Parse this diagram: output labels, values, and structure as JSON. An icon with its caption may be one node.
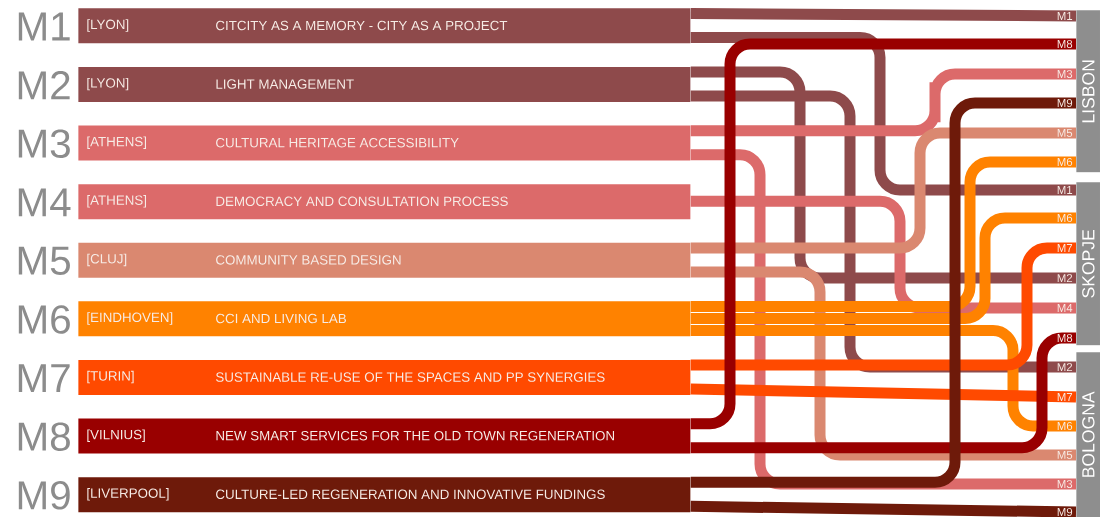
{
  "diagram": {
    "nodes": [
      {
        "text": [
          "M1",
          "[LYON]",
          "CITCITY AS A MEMORY -  CITY AS A PROJECT"
        ]
      },
      {
        "text": [
          "M2",
          "[LYON]",
          "LIGHT MANAGEMENT"
        ]
      },
      {
        "text": [
          "M3",
          "[ATHENS]",
          "CULTURAL HERITAGE ACCESSIBILITY"
        ]
      },
      {
        "text": [
          "M4",
          "[ATHENS]",
          "DEMOCRACY AND CONSULTATION PROCESS"
        ]
      },
      {
        "text": [
          "M5",
          "[CLUJ]",
          "COMMUNITY BASED DESIGN"
        ]
      },
      {
        "text": [
          "M6",
          "[EINDHOVEN]",
          "CCI AND LIVING LAB"
        ]
      },
      {
        "text": [
          "M7",
          "[TURIN]",
          "SUSTAINABLE RE-USE OF THE SPACES AND PP SYNERGIES"
        ]
      },
      {
        "text": [
          "M8",
          "[VILNIUS]",
          "NEW SMART SERVICES FOR THE OLD TOWN REGENERATION"
        ]
      },
      {
        "text": [
          "M9",
          "[LIVERPOOL]",
          "CULTURE-LED REGENERATION AND INNOVATIVE FUNDINGS"
        ]
      },
      {
        "text": [
          "LISBON"
        ]
      },
      {
        "text": [
          "SKOPJE"
        ]
      },
      {
        "text": [
          "BOLOGNA"
        ]
      }
    ],
    "edges": [
      {
        "from": 0,
        "to": 9,
        "arrow": "none",
        "label": "M1",
        "color": "#8e4a4b"
      },
      {
        "from": 0,
        "to": 10,
        "arrow": "none",
        "label": "M1",
        "color": "#8e4a4b"
      },
      {
        "from": 1,
        "to": 10,
        "arrow": "none",
        "label": "M2",
        "color": "#8e4a4b"
      },
      {
        "from": 1,
        "to": 11,
        "arrow": "none",
        "label": "M2",
        "color": "#8e4a4b"
      },
      {
        "from": 2,
        "to": 9,
        "arrow": "none",
        "label": "M3",
        "color": "#dc6a6a"
      },
      {
        "from": 2,
        "to": 11,
        "arrow": "none",
        "label": "M3",
        "color": "#dc6a6a"
      },
      {
        "from": 3,
        "to": 10,
        "arrow": "none",
        "label": "M4",
        "color": "#dc6a6a"
      },
      {
        "from": 4,
        "to": 9,
        "arrow": "none",
        "label": "M5",
        "color": "#da8870"
      },
      {
        "from": 4,
        "to": 11,
        "arrow": "none",
        "label": "M5",
        "color": "#da8870"
      },
      {
        "from": 5,
        "to": 9,
        "arrow": "none",
        "label": "M6",
        "color": "#ff8200"
      },
      {
        "from": 5,
        "to": 10,
        "arrow": "none",
        "label": "M6",
        "color": "#ff8200"
      },
      {
        "from": 5,
        "to": 11,
        "arrow": "none",
        "label": "M6",
        "color": "#ff8200"
      },
      {
        "from": 6,
        "to": 10,
        "arrow": "none",
        "label": "M7",
        "color": "#ff4a00"
      },
      {
        "from": 6,
        "to": 11,
        "arrow": "none",
        "label": "M7",
        "color": "#ff4a00"
      },
      {
        "from": 7,
        "to": 9,
        "arrow": "none",
        "label": "M8",
        "color": "#990000"
      },
      {
        "from": 7,
        "to": 10,
        "arrow": "none",
        "label": "M8",
        "color": "#990000"
      },
      {
        "from": 8,
        "to": 9,
        "arrow": "none",
        "label": "M9",
        "color": "#6e1a0a"
      },
      {
        "from": 8,
        "to": 11,
        "arrow": "none",
        "label": "M9",
        "color": "#6e1a0a"
      }
    ]
  }
}
